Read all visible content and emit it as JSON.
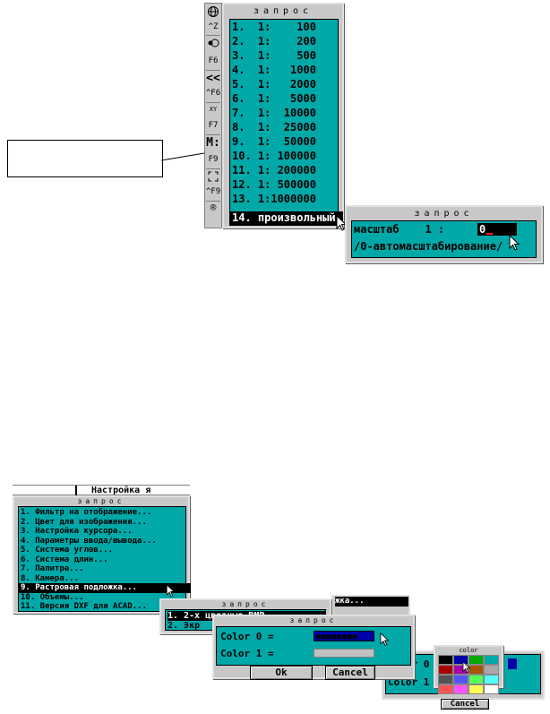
{
  "toolbar": {
    "items": [
      {
        "name": "globe-icon",
        "label": ""
      },
      {
        "name": "ctrl-z-key",
        "label": "^Z"
      },
      {
        "name": "eye-icon",
        "label": ""
      },
      {
        "name": "f6-key",
        "label": "F6"
      },
      {
        "name": "back-icon",
        "label": "<<"
      },
      {
        "name": "ctrl-f6-key",
        "label": "^F6"
      },
      {
        "name": "xy-icon",
        "label": "XY"
      },
      {
        "name": "f7-key",
        "label": "F7"
      },
      {
        "name": "m-icon",
        "label": "M:"
      },
      {
        "name": "f9-key",
        "label": "F9"
      },
      {
        "name": "zoom-icon",
        "label": ""
      },
      {
        "name": "ctrl-f9-key",
        "label": "^F9"
      },
      {
        "name": "reg-icon",
        "label": "®"
      }
    ]
  },
  "scale_menu": {
    "title": "запрос",
    "items": [
      "1.  1:    100",
      "2.  1:    200",
      "3.  1:    500",
      "4.  1:   1000",
      "5.  1:   2000",
      "6.  1:   5000",
      "7.  1:  10000",
      "8.  1:  25000",
      "9.  1:  50000",
      "10. 1: 100000",
      "11. 1: 200000",
      "12. 1: 500000",
      "13. 1:1000000",
      "14. произвольный"
    ]
  },
  "scale_dialog": {
    "title": "запрос",
    "line1": "масштаб    1 :",
    "input_value": "0",
    "line2": "/0-автомасштабирование/"
  },
  "settings": {
    "header_title": "Настройка я",
    "menu_title": "запрос",
    "items": [
      "1. Фильтр на отображение...",
      "2. Цвет для изображения...",
      "3. Настройка курсора...",
      "4. Параметры ввода/вывода...",
      "5. Система углов...",
      "6. Система длин...",
      "7. Палитра...",
      "8. Камера...",
      "9. Растровая подложка...",
      "10. Объемы...",
      "11. Версия DXF для ACAD..."
    ]
  },
  "bmp_dialog": {
    "title": "запрос",
    "items": [
      "1. 2-х цветные BMP",
      "2. Экр"
    ]
  },
  "fragment_text": "жка...",
  "color_dialog": {
    "title": "запрос",
    "color0_label": "Color 0 =",
    "color1_label": "Color 1 =",
    "ok_label": "Ok",
    "cancel_label": "Cancel"
  },
  "color_dialog2": {
    "color0_label": "Color 0",
    "color1_label": "Color 1"
  },
  "palette": {
    "title": "color",
    "cancel_label": "Cancel",
    "colors": [
      "#000000",
      "#0000a8",
      "#00a800",
      "#00a8a8",
      "#a80000",
      "#a800a8",
      "#a85400",
      "#a8a8a8",
      "#545454",
      "#5454fc",
      "#54fc54",
      "#54fcfc",
      "#fc5454",
      "#fc54fc",
      "#fcfc54",
      "#fcfcfc"
    ]
  },
  "colors": {
    "teal": "#00a8a8",
    "gray": "#c8c8c8",
    "selection": "#000000"
  }
}
